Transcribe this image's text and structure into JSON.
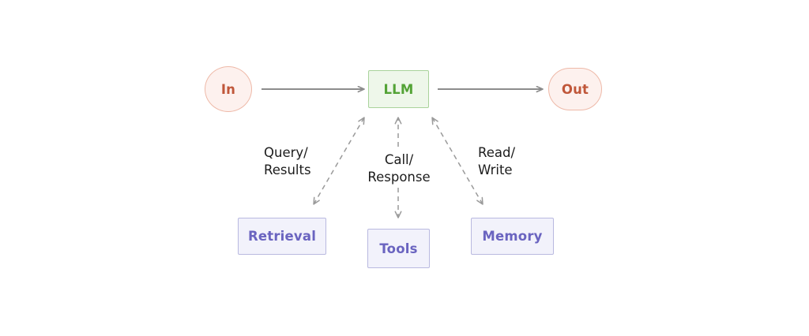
{
  "diagram": {
    "type": "flow-diagram",
    "background": "#ffffff",
    "nodes": [
      {
        "id": "in",
        "label": "In",
        "shape": "circle",
        "fill": "#fdf1ee",
        "stroke": "#eeb9a8",
        "text_color": "#c0573a"
      },
      {
        "id": "llm",
        "label": "LLM",
        "shape": "rectangle",
        "fill": "#eef7ea",
        "stroke": "#a9d39b",
        "text_color": "#53a336"
      },
      {
        "id": "out",
        "label": "Out",
        "shape": "pill",
        "fill": "#fdf1ee",
        "stroke": "#eeb9a8",
        "text_color": "#c0573a"
      },
      {
        "id": "retrieval",
        "label": "Retrieval",
        "shape": "rectangle",
        "fill": "#f2f2fb",
        "stroke": "#b9b9e0",
        "text_color": "#6a64c0"
      },
      {
        "id": "tools",
        "label": "Tools",
        "shape": "rectangle",
        "fill": "#f2f2fb",
        "stroke": "#b9b9e0",
        "text_color": "#6a64c0"
      },
      {
        "id": "memory",
        "label": "Memory",
        "shape": "rectangle",
        "fill": "#f2f2fb",
        "stroke": "#b9b9e0",
        "text_color": "#6a64c0"
      }
    ],
    "edges": [
      {
        "id": "in-to-llm",
        "from": "in",
        "to": "llm",
        "style": "solid",
        "direction": "forward",
        "label": "",
        "color": "#8c8c8c"
      },
      {
        "id": "llm-to-out",
        "from": "llm",
        "to": "out",
        "style": "solid",
        "direction": "forward",
        "label": "",
        "color": "#8c8c8c"
      },
      {
        "id": "llm-retrieval",
        "from": "llm",
        "to": "retrieval",
        "style": "dashed",
        "direction": "both",
        "label_line1": "Query/",
        "label_line2": "Results",
        "color": "#9a9a9a"
      },
      {
        "id": "llm-tools",
        "from": "llm",
        "to": "tools",
        "style": "dashed",
        "direction": "both",
        "label_line1": "Call/",
        "label_line2": "Response",
        "color": "#9a9a9a"
      },
      {
        "id": "llm-memory",
        "from": "llm",
        "to": "memory",
        "style": "dashed",
        "direction": "both",
        "label_line1": "Read/",
        "label_line2": "Write",
        "color": "#9a9a9a"
      }
    ],
    "labels": {
      "query_results": "Query/\nResults",
      "call_response": "Call/\nResponse",
      "read_write": "Read/\nWrite"
    }
  }
}
